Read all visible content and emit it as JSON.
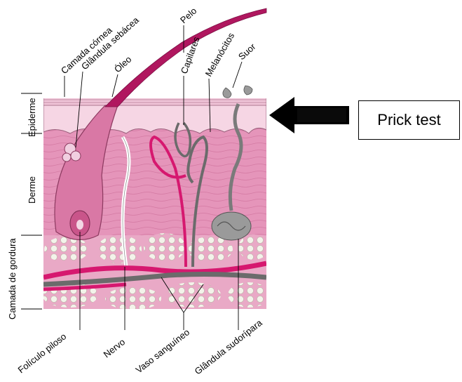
{
  "diagram": {
    "labels": {
      "camada_cornea": "Camada córnea",
      "glandula_sebacea": "Glândula sebácea",
      "oleo": "Óleo",
      "pelo": "Pelo",
      "capilares": "Capilares",
      "melanocitos": "Melanócitos",
      "suor": "Suor",
      "foliculo_piloso": "Folículo piloso",
      "nervo": "Nervo",
      "vaso_sanguineo": "Vaso sanguíneo",
      "glandula_sudoripara": "Glândula sudorípara"
    },
    "layers": {
      "epiderme": "Epiderme",
      "derme": "Derme",
      "camada_gordura": "Camada de gordura"
    }
  },
  "callout": {
    "text": "Prick test"
  },
  "colors": {
    "epidermis": "#f6d6e4",
    "dermis": "#e48fb6",
    "fat": "#eef0e0",
    "hair": "#b0175f",
    "vessel_red": "#d6186f",
    "vessel_gray": "#6b6b6b",
    "arrow": "#000000"
  }
}
